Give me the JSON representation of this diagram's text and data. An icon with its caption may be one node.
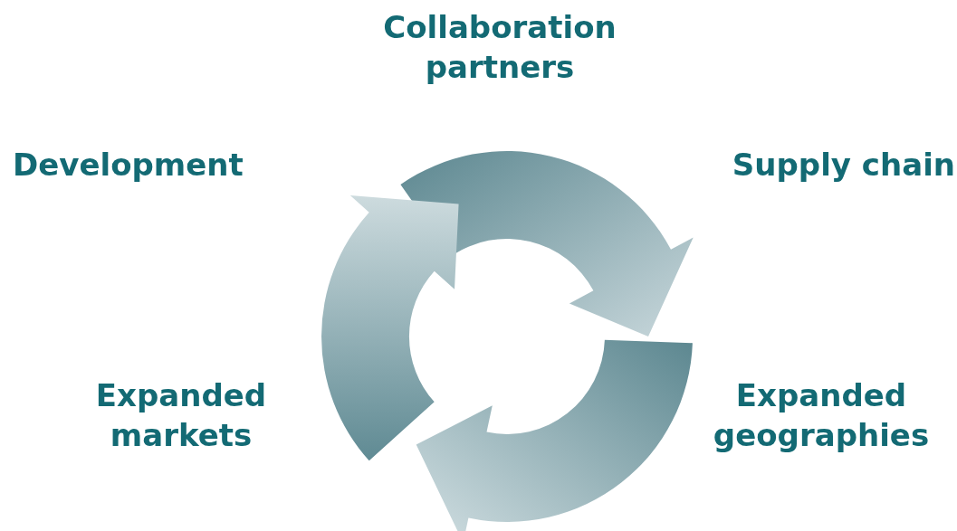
{
  "diagram": {
    "labels": [
      "Collaboration partners",
      "Development",
      "Supply chain",
      "Expanded markets",
      "Expanded geographies"
    ]
  }
}
